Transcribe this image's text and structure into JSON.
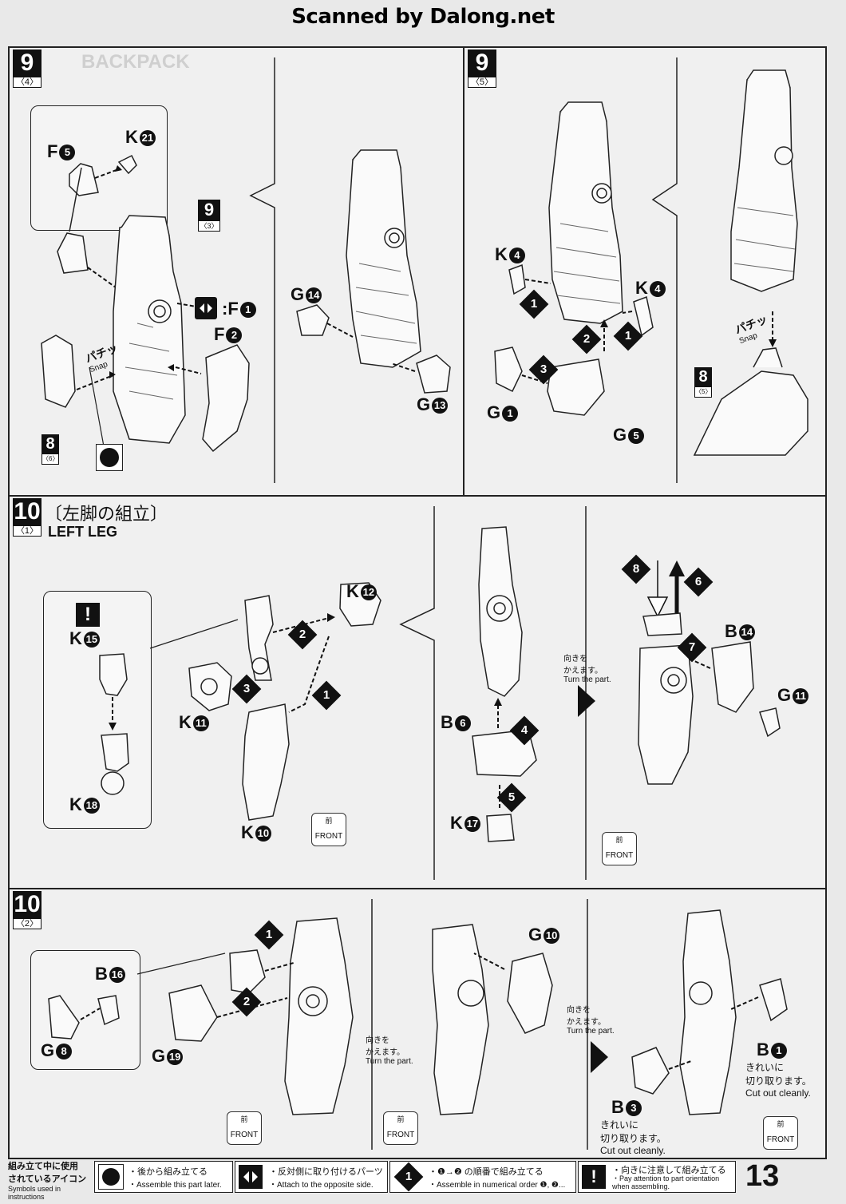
{
  "scanner_credit": "Scanned by Dalong.net",
  "section1": {
    "step_a": {
      "num": "9",
      "sub": "〈4〉"
    },
    "ghost_title": "BACKPACK",
    "inset_labels": {
      "f": "F",
      "f_num": "5",
      "k": "K",
      "k_num": "21"
    },
    "ref_step": {
      "num": "9",
      "sub": "〈3〉"
    },
    "opposite_label": {
      "part": "F",
      "num": "1"
    },
    "f2": {
      "part": "F",
      "num": "2"
    },
    "snap_jp": "パチッ",
    "snap_en": "Snap",
    "ref8": {
      "num": "8",
      "sub": "〈6〉"
    },
    "g14": {
      "part": "G",
      "num": "14"
    },
    "g13": {
      "part": "G",
      "num": "13"
    }
  },
  "section2": {
    "step_b": {
      "num": "9",
      "sub": "〈5〉"
    },
    "k4_left": {
      "part": "K",
      "num": "4"
    },
    "k4_right": {
      "part": "K",
      "num": "4"
    },
    "g1": {
      "part": "G",
      "num": "1"
    },
    "g5": {
      "part": "G",
      "num": "5"
    },
    "ref8": {
      "num": "8",
      "sub": "〈5〉"
    },
    "snap_jp": "パチッ",
    "snap_en": "Snap"
  },
  "section3": {
    "step": {
      "num": "10",
      "sub": "〈1〉"
    },
    "title_jp": "〔左脚の組立〕",
    "title_en": "LEFT LEG",
    "k15": {
      "part": "K",
      "num": "15"
    },
    "k18": {
      "part": "K",
      "num": "18"
    },
    "k12": {
      "part": "K",
      "num": "12"
    },
    "k11": {
      "part": "K",
      "num": "11"
    },
    "k10": {
      "part": "K",
      "num": "10"
    },
    "b6": {
      "part": "B",
      "num": "6"
    },
    "k17": {
      "part": "K",
      "num": "17"
    },
    "b14": {
      "part": "B",
      "num": "14"
    },
    "g11": {
      "part": "G",
      "num": "11"
    },
    "turn_jp1": "向きを",
    "turn_jp2": "かえます。",
    "turn_en": "Turn the part.",
    "front_jp": "前",
    "front_en": "FRONT"
  },
  "section4": {
    "step": {
      "num": "10",
      "sub": "〈2〉"
    },
    "b16": {
      "part": "B",
      "num": "16"
    },
    "g8": {
      "part": "G",
      "num": "8"
    },
    "g19": {
      "part": "G",
      "num": "19"
    },
    "g10": {
      "part": "G",
      "num": "10"
    },
    "b1": {
      "part": "B",
      "num": "1"
    },
    "b3": {
      "part": "B",
      "num": "3"
    },
    "cut_jp1": "きれいに",
    "cut_jp2": "切り取ります。",
    "cut_en": "Cut out cleanly.",
    "turn_jp1": "向きを",
    "turn_jp2": "かえます。",
    "turn_en": "Turn the part.",
    "front_jp": "前",
    "front_en": "FRONT"
  },
  "legend": {
    "heading_jp1": "組み立て中に使用",
    "heading_jp2": "されているアイコン",
    "heading_en": "Symbols used in instructions",
    "items": [
      {
        "jp": "・後から組み立てる",
        "en": "・Assemble this part later."
      },
      {
        "jp": "・反対側に取り付けるパーツ",
        "en": "・Attach to the opposite side."
      },
      {
        "jp": "・❶→❷ の順番で組み立てる",
        "en": "・Assemble in numerical order ❶, ❷..."
      },
      {
        "jp": "・向きに注意して組み立てる",
        "en": "・Pay attention to part orientation when assembling."
      }
    ]
  },
  "page_number": "13"
}
